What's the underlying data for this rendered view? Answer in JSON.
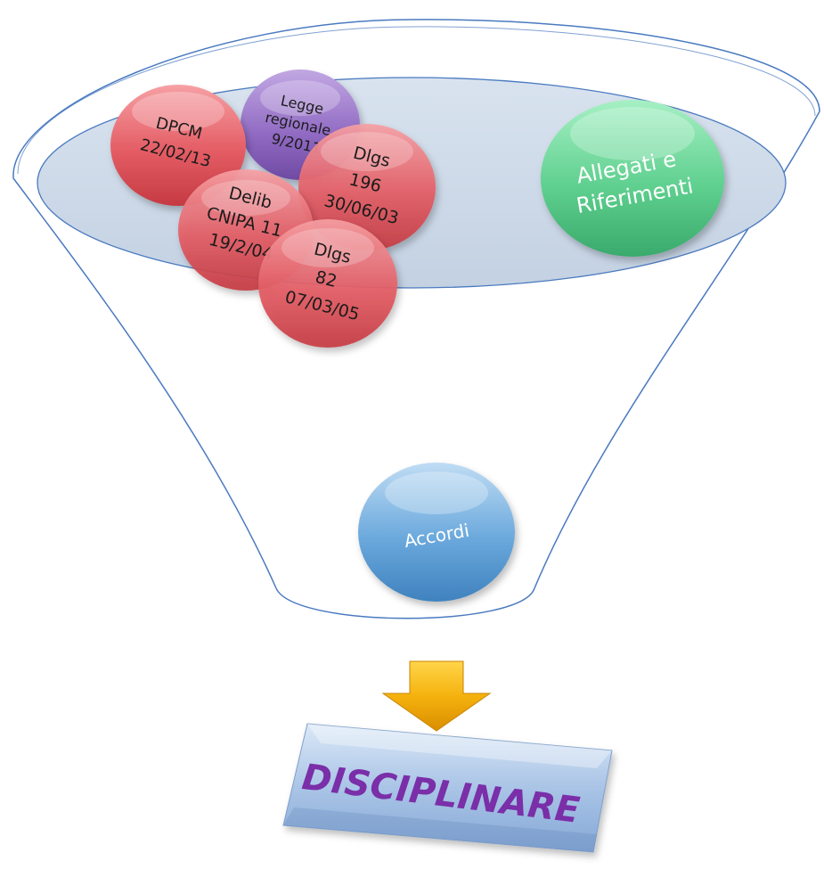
{
  "circles": {
    "dpcm": [
      "DPCM",
      "22/02/13"
    ],
    "legge": [
      "Legge",
      "regionale",
      "9/2011"
    ],
    "dlgs196": [
      "Dlgs",
      "196",
      "30/06/03"
    ],
    "delib": [
      "Delib",
      "CNIPA 11",
      "19/2/04"
    ],
    "dlgs82": [
      "Dlgs",
      "82",
      "07/03/05"
    ],
    "allegati": [
      "Allegati e",
      "Riferimenti"
    ],
    "accordi": [
      "Accordi"
    ]
  },
  "output": {
    "label": "DISCIPLINARE"
  },
  "colors": {
    "red": "#e8626a",
    "purple": "#8f6bbf",
    "green": "#5fd08f",
    "blue": "#6aa8dc",
    "arrow": "#f2b20c",
    "funnel_stroke": "#4a7ac0"
  }
}
